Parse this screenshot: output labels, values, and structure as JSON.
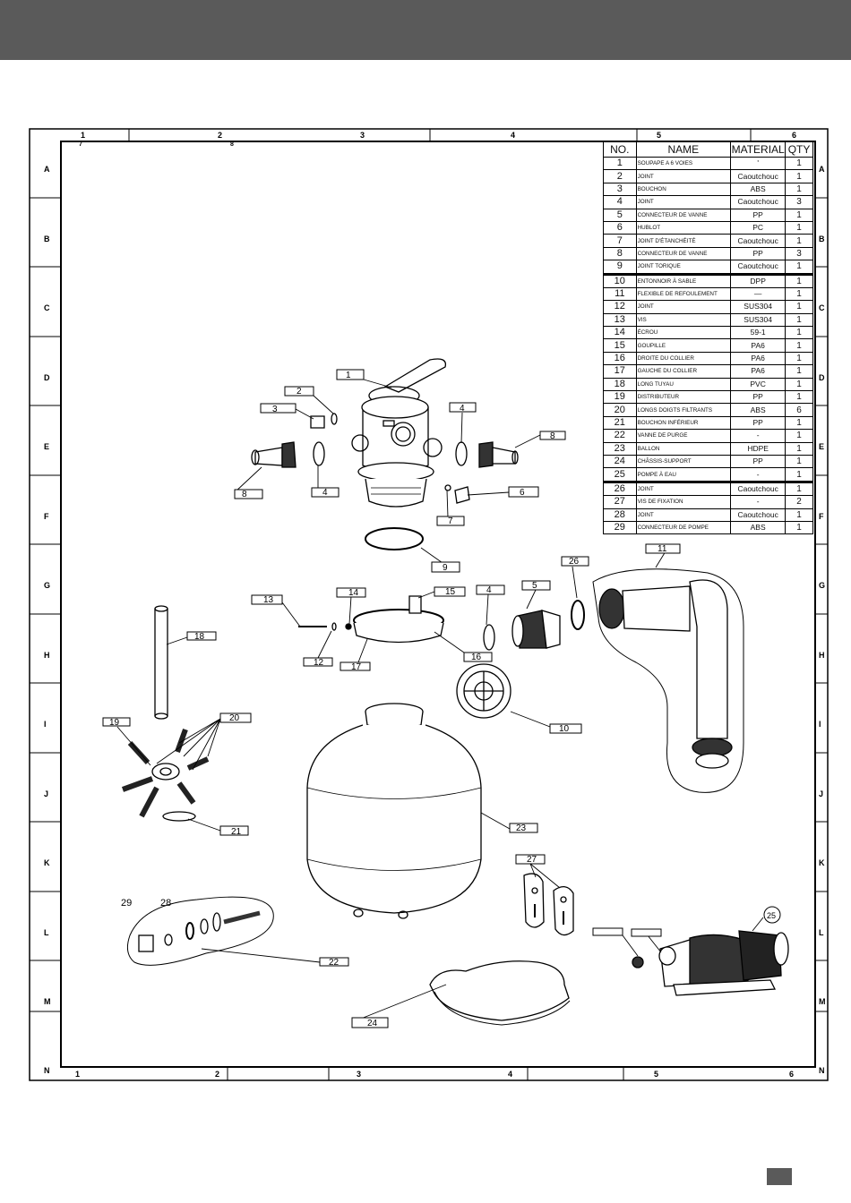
{
  "frame": {
    "col_labels_top": [
      "1",
      "2",
      "3",
      "4",
      "5",
      "6"
    ],
    "col_labels_bottom": [
      "1",
      "2",
      "3",
      "4",
      "5",
      "6"
    ],
    "row_labels": [
      "A",
      "B",
      "C",
      "D",
      "E",
      "F",
      "G",
      "H",
      "I",
      "J",
      "K",
      "L",
      "M",
      "N"
    ],
    "stray_top_marks": [
      "7",
      "8"
    ]
  },
  "table": {
    "headers": {
      "no": "NO.",
      "name": "NAME",
      "material": "MATERIAL",
      "qty": "QTY"
    },
    "rows": [
      {
        "no": "1",
        "name": "SOUPAPE A 6 VOIES",
        "material": "'",
        "qty": "1"
      },
      {
        "no": "2",
        "name": "JOINT",
        "material": "Caoutchouc",
        "qty": "1"
      },
      {
        "no": "3",
        "name": "BOUCHON",
        "material": "ABS",
        "qty": "1"
      },
      {
        "no": "4",
        "name": "JOINT",
        "material": "Caoutchouc",
        "qty": "3"
      },
      {
        "no": "5",
        "name": "CONNECTEUR DE VANNE",
        "material": "PP",
        "qty": "1"
      },
      {
        "no": "6",
        "name": "HUBLOT",
        "material": "PC",
        "qty": "1"
      },
      {
        "no": "7",
        "name": "JOINT D'ÉTANCHÉITÉ",
        "material": "Caoutchouc",
        "qty": "1"
      },
      {
        "no": "8",
        "name": "CONNECTEUR DE VANNE",
        "material": "PP",
        "qty": "3"
      },
      {
        "no": "9",
        "name": "JOINT TORIQUE",
        "material": "Caoutchouc",
        "qty": "1"
      },
      {
        "no": "10",
        "name": "ENTONNOIR À SABLE",
        "material": "DPP",
        "qty": "1"
      },
      {
        "no": "11",
        "name": "FLEXIBLE DE REFOULEMENT",
        "material": "—",
        "qty": "1"
      },
      {
        "no": "12",
        "name": "JOINT",
        "material": "SUS304",
        "qty": "1"
      },
      {
        "no": "13",
        "name": "VIS",
        "material": "SUS304",
        "qty": "1"
      },
      {
        "no": "14",
        "name": "ÉCROU",
        "material": "59-1",
        "qty": "1"
      },
      {
        "no": "15",
        "name": "GOUPILLE",
        "material": "PA6",
        "qty": "1"
      },
      {
        "no": "16",
        "name": "DROITE DU COLLIER",
        "material": "PA6",
        "qty": "1"
      },
      {
        "no": "17",
        "name": "GAUCHE DU COLLIER",
        "material": "PA6",
        "qty": "1"
      },
      {
        "no": "18",
        "name": "LONG TUYAU",
        "material": "PVC",
        "qty": "1"
      },
      {
        "no": "19",
        "name": "DISTRIBUTEUR",
        "material": "PP",
        "qty": "1"
      },
      {
        "no": "20",
        "name": "LONGS DOIGTS FILTRANTS",
        "material": "ABS",
        "qty": "6"
      },
      {
        "no": "21",
        "name": "BOUCHON INFÉRIEUR",
        "material": "PP",
        "qty": "1"
      },
      {
        "no": "22",
        "name": "VANNE DE PURGE",
        "material": "-",
        "qty": "1"
      },
      {
        "no": "23",
        "name": "BALLON",
        "material": "HDPE",
        "qty": "1"
      },
      {
        "no": "24",
        "name": "CHÂSSIS-SUPPORT",
        "material": "PP",
        "qty": "1"
      },
      {
        "no": "25",
        "name": "POMPE À EAU",
        "material": "-",
        "qty": "1"
      },
      {
        "no": "26",
        "name": "JOINT",
        "material": "Caoutchouc",
        "qty": "1"
      },
      {
        "no": "27",
        "name": "VIS DE FIXATION",
        "material": "-",
        "qty": "2"
      },
      {
        "no": "28",
        "name": "JOINT",
        "material": "Caoutchouc",
        "qty": "1"
      },
      {
        "no": "29",
        "name": "CONNECTEUR DE POMPE",
        "material": "ABS",
        "qty": "1"
      }
    ]
  },
  "callouts": {
    "c1": "1",
    "c2": "2",
    "c3": "3",
    "c4a": "4",
    "c4b": "4",
    "c4c": "4",
    "c5": "5",
    "c6": "6",
    "c7": "7",
    "c8a": "8",
    "c8b": "8",
    "c9": "9",
    "c10": "10",
    "c11": "11",
    "c12": "12",
    "c13": "13",
    "c14": "14",
    "c15": "15",
    "c16": "16",
    "c17": "17",
    "c18": "18",
    "c19": "19",
    "c20": "20",
    "c21": "21",
    "c22": "22",
    "c23": "23",
    "c24": "24",
    "c25": "25",
    "c26": "26",
    "c27": "27",
    "c28": "28",
    "c29": "29"
  }
}
